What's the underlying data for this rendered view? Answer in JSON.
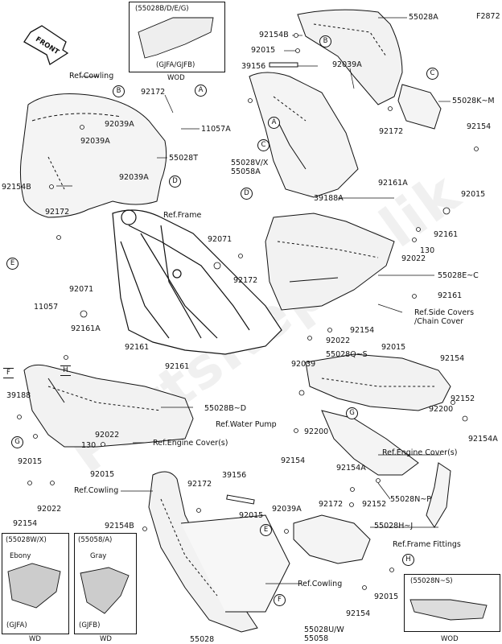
{
  "figure_code": "F2872",
  "watermark": "PartsRepublik",
  "front_arrow": "FRONT",
  "wod_insets": [
    {
      "codes": "(55028B/D/E/G)",
      "region": "(GJFA/GJFB)",
      "note": "WOD"
    },
    {
      "codes": "(55028W/X)",
      "color": "Ebony",
      "region": "(GJFA)",
      "note": "WD"
    },
    {
      "codes": "(55058/A)",
      "color": "Gray",
      "region": "(GJFB)",
      "note": "WD"
    },
    {
      "codes": "(55028N~S)",
      "note": "WOD"
    }
  ],
  "part_labels": [
    "55028A",
    "92154B",
    "92015",
    "39156",
    "92039A",
    "55028K~M",
    "92172",
    "92154",
    "55028V/X",
    "55058A",
    "92015",
    "Ref.Cowling",
    "92172",
    "11057A",
    "92039A",
    "55028T",
    "92154B",
    "92039A",
    "92039A",
    "92172",
    "Ref.Frame",
    "92071",
    "11057",
    "92071",
    "92161A",
    "39188A",
    "92161A",
    "92161",
    "92022",
    "130",
    "55028E~C",
    "92161",
    "Ref.Side Covers\n/Chain Cover",
    "92154",
    "92022",
    "92015",
    "92172",
    "92161",
    "92161",
    "39188",
    "55028B~D",
    "92022",
    "130",
    "92015",
    "92015",
    "92022",
    "92154",
    "Ref.Water Pump",
    "92039",
    "55028Q~S",
    "92154",
    "92152",
    "92200",
    "92154A",
    "92200",
    "92154",
    "Ref.Engine Cover(s)",
    "Ref.Engine Cover(s)",
    "92154A",
    "92152",
    "55028N~P",
    "92172",
    "Ref.Cowling",
    "39156",
    "92154B",
    "92015",
    "92039A",
    "92172",
    "55028H~J",
    "Ref.Frame Fittings",
    "Ref.Cowling",
    "92154",
    "92015",
    "55028",
    "55028U/W",
    "55058"
  ],
  "callout_letters": [
    "A",
    "B",
    "C",
    "D",
    "E",
    "F",
    "G",
    "H"
  ]
}
